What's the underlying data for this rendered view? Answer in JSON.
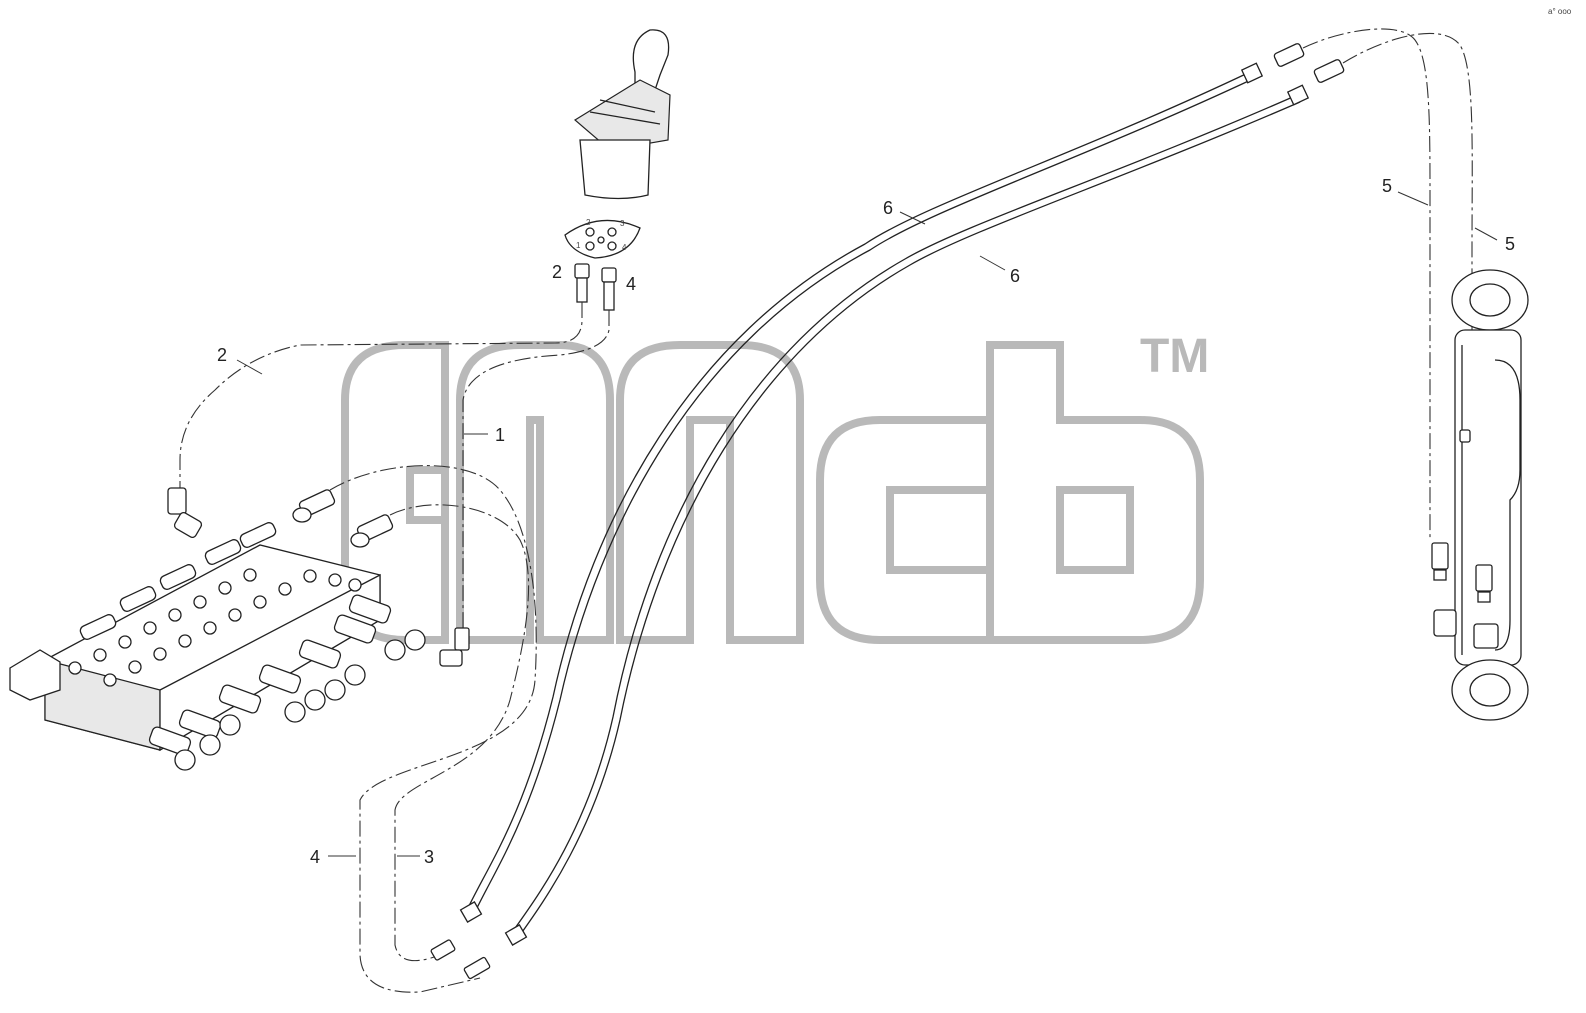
{
  "watermark": {
    "trademark": "TM",
    "color": "#b9b9b9"
  },
  "diagram": {
    "corner_mark": "a° ooo",
    "callouts": [
      {
        "id": "c1",
        "label": "1"
      },
      {
        "id": "c2a",
        "label": "2"
      },
      {
        "id": "c2b",
        "label": "2"
      },
      {
        "id": "c3",
        "label": "3"
      },
      {
        "id": "c4a",
        "label": "4"
      },
      {
        "id": "c4b",
        "label": "4"
      },
      {
        "id": "c5a",
        "label": "5"
      },
      {
        "id": "c5b",
        "label": "5"
      },
      {
        "id": "c6a",
        "label": "6"
      },
      {
        "id": "c6b",
        "label": "6"
      }
    ],
    "plate_numbers": [
      "2",
      "3",
      "1",
      "4"
    ]
  }
}
